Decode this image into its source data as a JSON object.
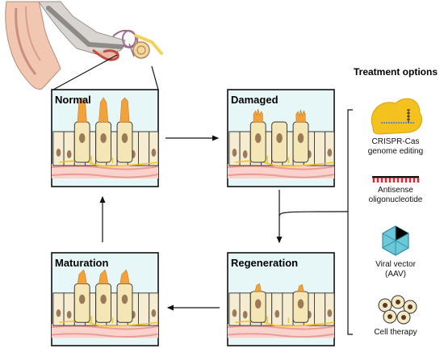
{
  "panels": {
    "normal": "Normal",
    "damaged": "Damaged",
    "regeneration": "Regeneration",
    "maturation": "Maturation"
  },
  "treatment": {
    "title": "Treatment options",
    "crispr_line1": "CRISPR-Cas",
    "crispr_line2": "genome editing",
    "antisense_line1": "Antisense",
    "antisense_line2": "oligonucleotide",
    "viral_line1": "Viral vector",
    "viral_line2": "(AAV)",
    "cell_therapy": "Cell therapy"
  },
  "icons": [
    "ear-anatomy-illustration",
    "crispr-cas-icon",
    "antisense-oligonucleotide-icon",
    "aav-virus-icon",
    "cell-cluster-icon"
  ],
  "colors": {
    "panel_background": "#e7f7f8",
    "hair_bundle": "#f2a23a",
    "nerve": "#f2c21b",
    "crispr": "#f4c21f",
    "virus": "#6cc8d8",
    "antisense": "#d9282f"
  }
}
